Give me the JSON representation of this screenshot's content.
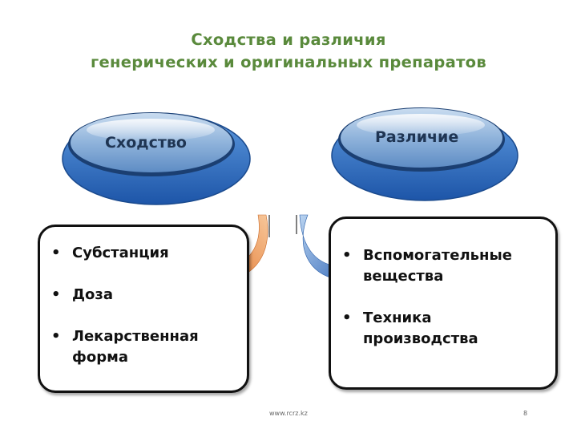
{
  "title": {
    "line1": "Сходства и различия",
    "line2": "генерических и оригинальных препаратов"
  },
  "left_pill": {
    "label": "Сходство"
  },
  "right_pill": {
    "label": "Различие"
  },
  "similarities": [
    {
      "text": "Субстанция"
    },
    {
      "text": "Доза"
    },
    {
      "text": "Лекарственная форма"
    }
  ],
  "differences": [
    {
      "text": "Вспомогательные вещества"
    },
    {
      "text": "Техника производства"
    }
  ],
  "bullet": "•",
  "footer": {
    "website": "www.rcrz.kz",
    "page_number": "8"
  },
  "colors": {
    "title": "#5a8a3c",
    "pill_blue": "#2f6fc0",
    "arrow_orange": "#e57a2c",
    "arrow_blue": "#3a78c8"
  }
}
